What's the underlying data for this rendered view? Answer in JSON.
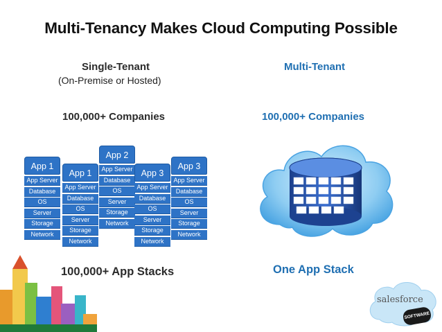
{
  "title": "Multi-Tenancy Makes Cloud Computing Possible",
  "single_tenant": {
    "heading": "Single-Tenant",
    "subheading": "(On-Premise or Hosted)",
    "companies": "100,000+ Companies",
    "stacks_label": "100,000+ App Stacks",
    "stacks": [
      {
        "app": "App 1",
        "layers": [
          "App Server",
          "Database",
          "OS",
          "Server",
          "Storage",
          "Network"
        ]
      },
      {
        "app": "App 1",
        "layers": [
          "App Server",
          "Database",
          "OS",
          "Server",
          "Storage",
          "Network"
        ]
      },
      {
        "app": "App 2",
        "layers": [
          "App Server",
          "Database",
          "OS",
          "Server",
          "Storage",
          "Network"
        ]
      },
      {
        "app": "App 3",
        "layers": [
          "App Server",
          "Database",
          "OS",
          "Server",
          "Storage",
          "Network"
        ]
      },
      {
        "app": "App 3",
        "layers": [
          "App Server",
          "Database",
          "OS",
          "Server",
          "Storage",
          "Network"
        ]
      }
    ]
  },
  "multi_tenant": {
    "heading": "Multi-Tenant",
    "companies": "100,000+ Companies",
    "stacks_label": "One App Stack"
  },
  "branding": {
    "salesforce": "salesforce",
    "badge": "SOFTWARE"
  },
  "colors": {
    "stack_blue": "#2e73c6",
    "heading_blue": "#1f6fb2",
    "cloud_blue": "#5fb3ea"
  }
}
